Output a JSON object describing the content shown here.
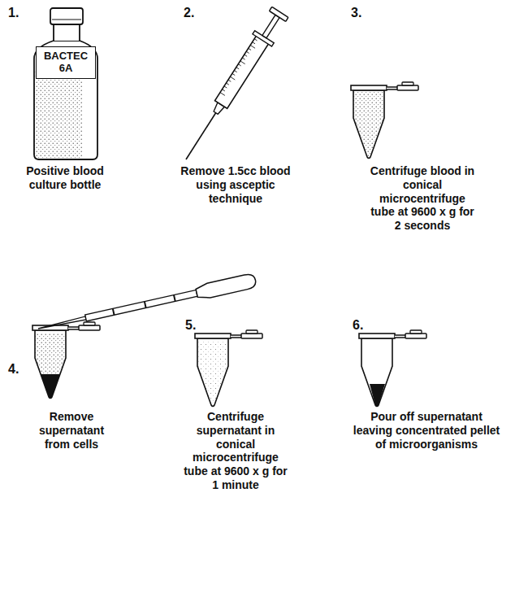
{
  "diagram": {
    "nodes": [
      {
        "text": [
          "BACTEC 6A"
        ]
      }
    ],
    "labels": [
      "1.",
      "Positive blood culture bottle",
      "2.",
      "Remove 1.5cc blood using asceptic technique",
      "3.",
      "Centrifuge blood in conical microcentrifuge tube at 9600 x g for 2 seconds",
      "4.",
      "Remove supernatant from cells",
      "5.",
      "Centrifuge supernatant in conical microcentrifuge tube at 9600 x g for 1 minute",
      "6.",
      "Pour off supernatant leaving concentrated pellet of microorganisms"
    ]
  }
}
